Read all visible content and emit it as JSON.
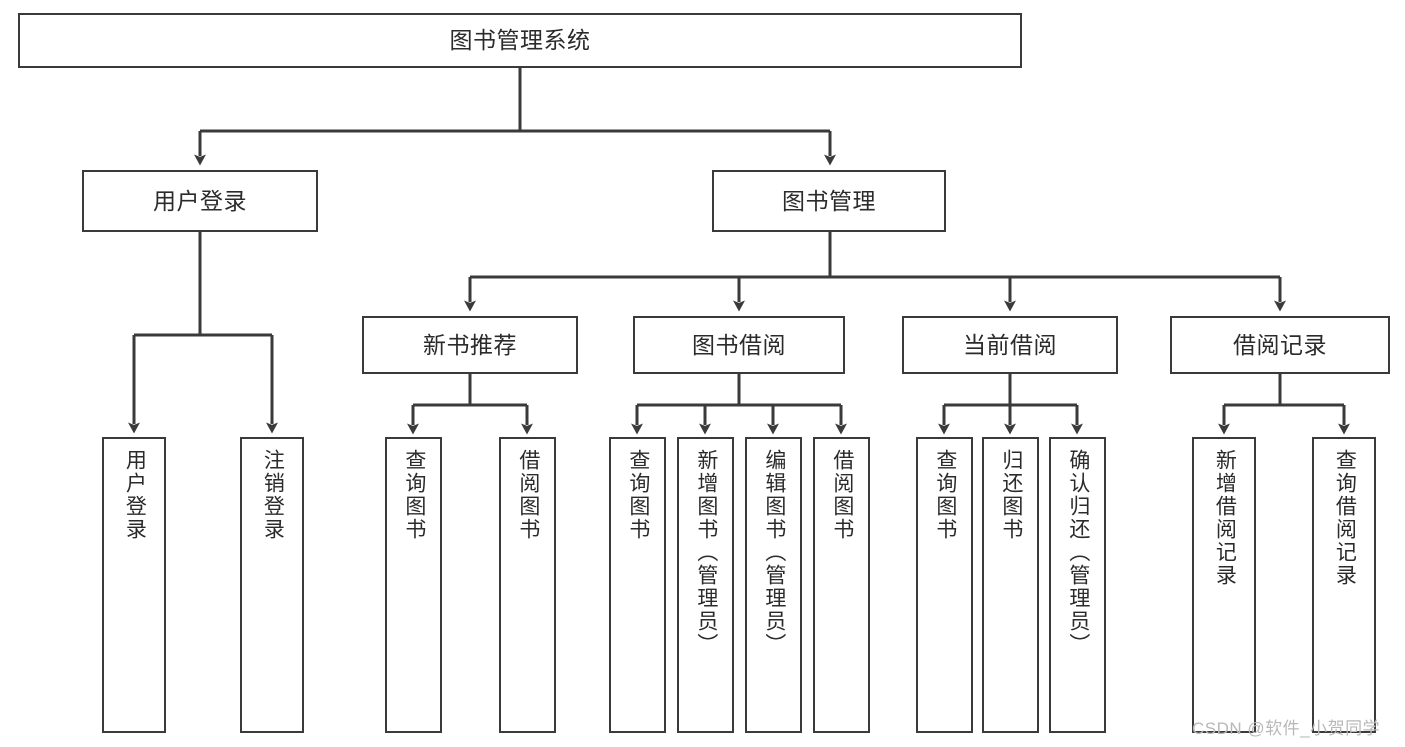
{
  "diagram": {
    "title": "图书管理系统",
    "type": "hierarchy-tree",
    "stroke_color": "#3a3a3a",
    "text_color": "#2b2b2b",
    "background": "#ffffff"
  },
  "nodes": {
    "root": {
      "label": "图书管理系统"
    },
    "level2": [
      {
        "id": "user-login",
        "label": "用户登录"
      },
      {
        "id": "book-manage",
        "label": "图书管理"
      }
    ],
    "level3": [
      {
        "id": "new-book-rec",
        "label": "新书推荐"
      },
      {
        "id": "book-borrow",
        "label": "图书借阅"
      },
      {
        "id": "current-borrow",
        "label": "当前借阅"
      },
      {
        "id": "borrow-record",
        "label": "借阅记录"
      }
    ],
    "leaves": {
      "user_login": [
        {
          "id": "leaf-user-login",
          "label": "用户登录"
        },
        {
          "id": "leaf-logout",
          "label": "注销登录"
        }
      ],
      "new_book_rec": [
        {
          "id": "leaf-query-book-1",
          "label": "查询图书"
        },
        {
          "id": "leaf-borrow-book-1",
          "label": "借阅图书"
        }
      ],
      "book_borrow": [
        {
          "id": "leaf-query-book-2",
          "label": "查询图书"
        },
        {
          "id": "leaf-add-book",
          "label": "新增图书（管理员）"
        },
        {
          "id": "leaf-edit-book",
          "label": "编辑图书（管理员）"
        },
        {
          "id": "leaf-borrow-book-2",
          "label": "借阅图书"
        }
      ],
      "current_borrow": [
        {
          "id": "leaf-query-book-3",
          "label": "查询图书"
        },
        {
          "id": "leaf-return-book",
          "label": "归还图书"
        },
        {
          "id": "leaf-confirm-return",
          "label": "确认归还（管理员）"
        }
      ],
      "borrow_record": [
        {
          "id": "leaf-add-record",
          "label": "新增借阅记录"
        },
        {
          "id": "leaf-query-record",
          "label": "查询借阅记录"
        }
      ]
    }
  },
  "watermark": {
    "text": "CSDN @软件_小贺同学"
  }
}
